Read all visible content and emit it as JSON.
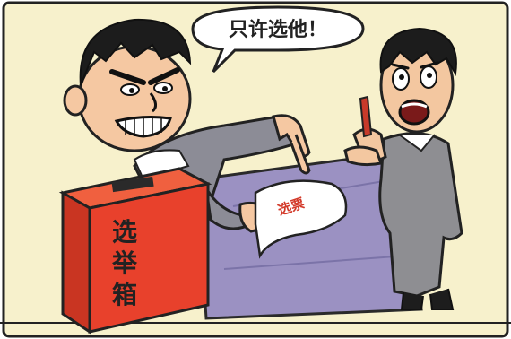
{
  "speech_bubble": {
    "text": "只许选他！"
  },
  "ballot_box": {
    "label_lines": [
      "选",
      "举",
      "箱"
    ],
    "color": "#e8412c"
  },
  "ballot_paper": {
    "text": "选票"
  },
  "colors": {
    "panel_background": "#f7f1cc",
    "table_cloth": "#9b91c2",
    "suit_left": "#8c8c96",
    "suit_right": "#8e8e92",
    "ballot_text": "#d33a2a"
  }
}
